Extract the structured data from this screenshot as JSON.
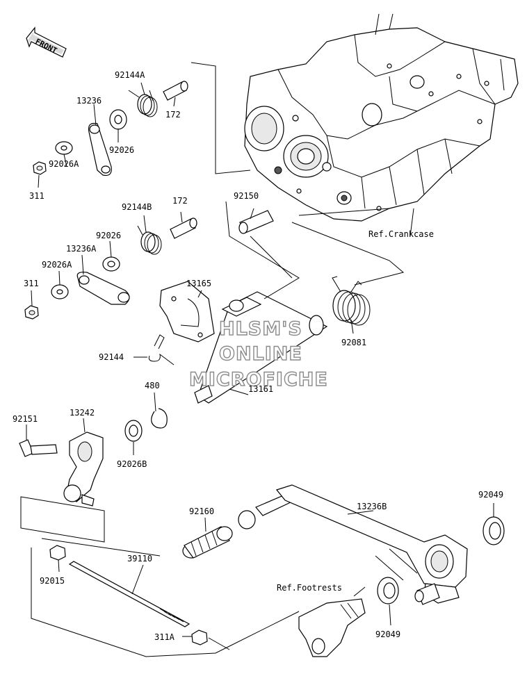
{
  "front_badge": "FRONT",
  "watermark": [
    "HLSM'S",
    "ONLINE",
    "MICROFICHE"
  ],
  "references": {
    "crankcase": "Ref.Crankcase",
    "footrests": "Ref.Footrests"
  },
  "part_labels": {
    "p92144A": "92144A",
    "p13236_top": "13236",
    "p172_top": "172",
    "p92026_top": "92026",
    "p92026A_top": "92026A",
    "p311_top": "311",
    "p92144B": "92144B",
    "p172_mid": "172",
    "p92150": "92150",
    "p92026_mid": "92026",
    "p13236A": "13236A",
    "p92026A_mid": "92026A",
    "p311_mid": "311",
    "p13165": "13165",
    "p92081": "92081",
    "p92144": "92144",
    "p480": "480",
    "p13161": "13161",
    "p92151": "92151",
    "p13242": "13242",
    "p92026B": "92026B",
    "p92160": "92160",
    "p13236B": "13236B",
    "p92049_top": "92049",
    "p39110": "39110",
    "p92015": "92015",
    "p92049_bot": "92049",
    "p311A": "311A"
  }
}
